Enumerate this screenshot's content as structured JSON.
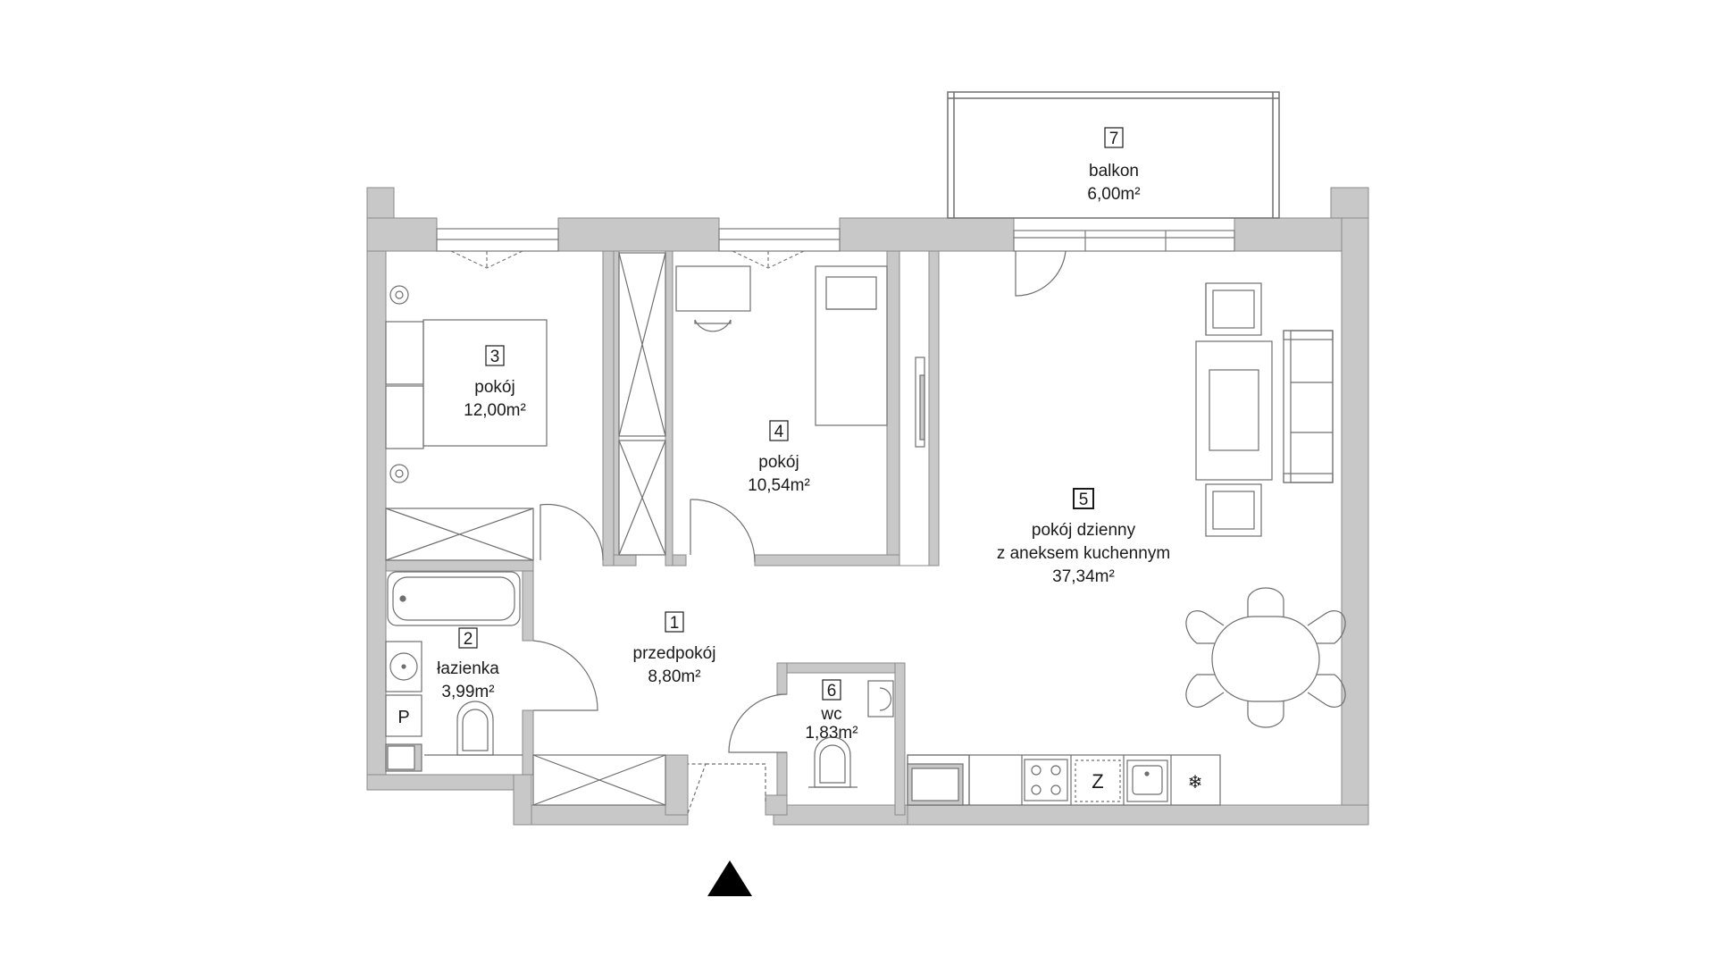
{
  "colors": {
    "wall": "#c8c8c8",
    "wall_outline": "#8a8a8a",
    "line": "#6f6f6f",
    "text": "#1a1a1a",
    "marker": "#000000",
    "background": "#ffffff"
  },
  "rooms": [
    {
      "id": "room-1",
      "number": "1",
      "name": "przedpokój",
      "area": "8,80m²"
    },
    {
      "id": "room-2",
      "number": "2",
      "name": "łazienka",
      "area": "3,99m²"
    },
    {
      "id": "room-3",
      "number": "3",
      "name": "pokój",
      "area": "12,00m²"
    },
    {
      "id": "room-4",
      "number": "4",
      "name": "pokój",
      "area": "10,54m²"
    },
    {
      "id": "room-5",
      "number": "5",
      "name": "pokój dzienny",
      "name2": "z aneksem kuchennym",
      "area": "37,34m²"
    },
    {
      "id": "room-6",
      "number": "6",
      "name": "wc",
      "area": "1,83m²"
    },
    {
      "id": "room-7",
      "number": "7",
      "name": "balkon",
      "area": "6,00m²"
    }
  ],
  "symbols": {
    "p_box": "P",
    "z_box": "Z",
    "snowflake": "❄"
  },
  "icons": {
    "entrance": "entrance-arrow-icon",
    "freezer": "snowflake-icon"
  }
}
